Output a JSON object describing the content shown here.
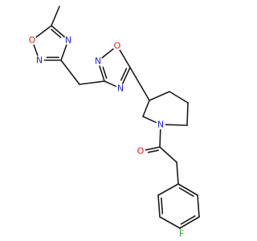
{
  "molecule": {
    "colors": {
      "bond": "#1a1a1a",
      "N": "#2323d8",
      "O": "#d81e1e",
      "F": "#2fa52f"
    },
    "atoms": [
      {
        "id": "ox1_C5",
        "label": ""
      },
      {
        "id": "ox1_O1",
        "label": "O"
      },
      {
        "id": "ox1_N2",
        "label": "N"
      },
      {
        "id": "ox1_C3",
        "label": ""
      },
      {
        "id": "ox1_N4",
        "label": "N"
      },
      {
        "id": "methyl",
        "label": ""
      },
      {
        "id": "ch2_link",
        "label": ""
      },
      {
        "id": "ox2_C3",
        "label": ""
      },
      {
        "id": "ox2_N2",
        "label": "N"
      },
      {
        "id": "ox2_O1",
        "label": "O"
      },
      {
        "id": "ox2_C5",
        "label": ""
      },
      {
        "id": "ox2_N4",
        "label": "N"
      },
      {
        "id": "pip_C3",
        "label": ""
      },
      {
        "id": "pip_C4",
        "label": ""
      },
      {
        "id": "pip_C5",
        "label": ""
      },
      {
        "id": "pip_C6",
        "label": ""
      },
      {
        "id": "pip_N1",
        "label": "N"
      },
      {
        "id": "pip_C2",
        "label": ""
      },
      {
        "id": "carbonyl_C",
        "label": ""
      },
      {
        "id": "carbonyl_O",
        "label": "O"
      },
      {
        "id": "ch2_benzyl",
        "label": ""
      },
      {
        "id": "ph_C1",
        "label": ""
      },
      {
        "id": "ph_C2",
        "label": ""
      },
      {
        "id": "ph_C3",
        "label": ""
      },
      {
        "id": "ph_C4",
        "label": ""
      },
      {
        "id": "ph_C5",
        "label": ""
      },
      {
        "id": "ph_C6",
        "label": ""
      },
      {
        "id": "F",
        "label": "F"
      }
    ],
    "bonds": [
      {
        "a": "ox1_C5",
        "b": "ox1_O1",
        "order": 1
      },
      {
        "a": "ox1_O1",
        "b": "ox1_N2",
        "order": 1
      },
      {
        "a": "ox1_N2",
        "b": "ox1_C3",
        "order": 2
      },
      {
        "a": "ox1_C3",
        "b": "ox1_N4",
        "order": 1
      },
      {
        "a": "ox1_N4",
        "b": "ox1_C5",
        "order": 2
      },
      {
        "a": "ox1_C5",
        "b": "methyl",
        "order": 1
      },
      {
        "a": "ox1_C3",
        "b": "ch2_link",
        "order": 1
      },
      {
        "a": "ch2_link",
        "b": "ox2_C3",
        "order": 1
      },
      {
        "a": "ox2_C3",
        "b": "ox2_N2",
        "order": 2
      },
      {
        "a": "ox2_N2",
        "b": "ox2_O1",
        "order": 1
      },
      {
        "a": "ox2_O1",
        "b": "ox2_C5",
        "order": 1
      },
      {
        "a": "ox2_C5",
        "b": "ox2_N4",
        "order": 2
      },
      {
        "a": "ox2_N4",
        "b": "ox2_C3",
        "order": 1
      },
      {
        "a": "ox2_C5",
        "b": "pip_C3",
        "order": 1
      },
      {
        "a": "pip_C3",
        "b": "pip_C4",
        "order": 1
      },
      {
        "a": "pip_C4",
        "b": "pip_C5",
        "order": 1
      },
      {
        "a": "pip_C5",
        "b": "pip_C6",
        "order": 1
      },
      {
        "a": "pip_C6",
        "b": "pip_N1",
        "order": 1
      },
      {
        "a": "pip_N1",
        "b": "pip_C2",
        "order": 1
      },
      {
        "a": "pip_C2",
        "b": "pip_C3",
        "order": 1
      },
      {
        "a": "pip_N1",
        "b": "carbonyl_C",
        "order": 1
      },
      {
        "a": "carbonyl_C",
        "b": "carbonyl_O",
        "order": 2
      },
      {
        "a": "carbonyl_C",
        "b": "ch2_benzyl",
        "order": 1
      },
      {
        "a": "ch2_benzyl",
        "b": "ph_C1",
        "order": 1
      },
      {
        "a": "ph_C1",
        "b": "ph_C2",
        "order": 2
      },
      {
        "a": "ph_C2",
        "b": "ph_C3",
        "order": 1
      },
      {
        "a": "ph_C3",
        "b": "ph_C4",
        "order": 2
      },
      {
        "a": "ph_C4",
        "b": "ph_C5",
        "order": 1
      },
      {
        "a": "ph_C5",
        "b": "ph_C6",
        "order": 2
      },
      {
        "a": "ph_C6",
        "b": "ph_C1",
        "order": 1
      },
      {
        "a": "ph_C4",
        "b": "F",
        "order": 1
      }
    ]
  }
}
